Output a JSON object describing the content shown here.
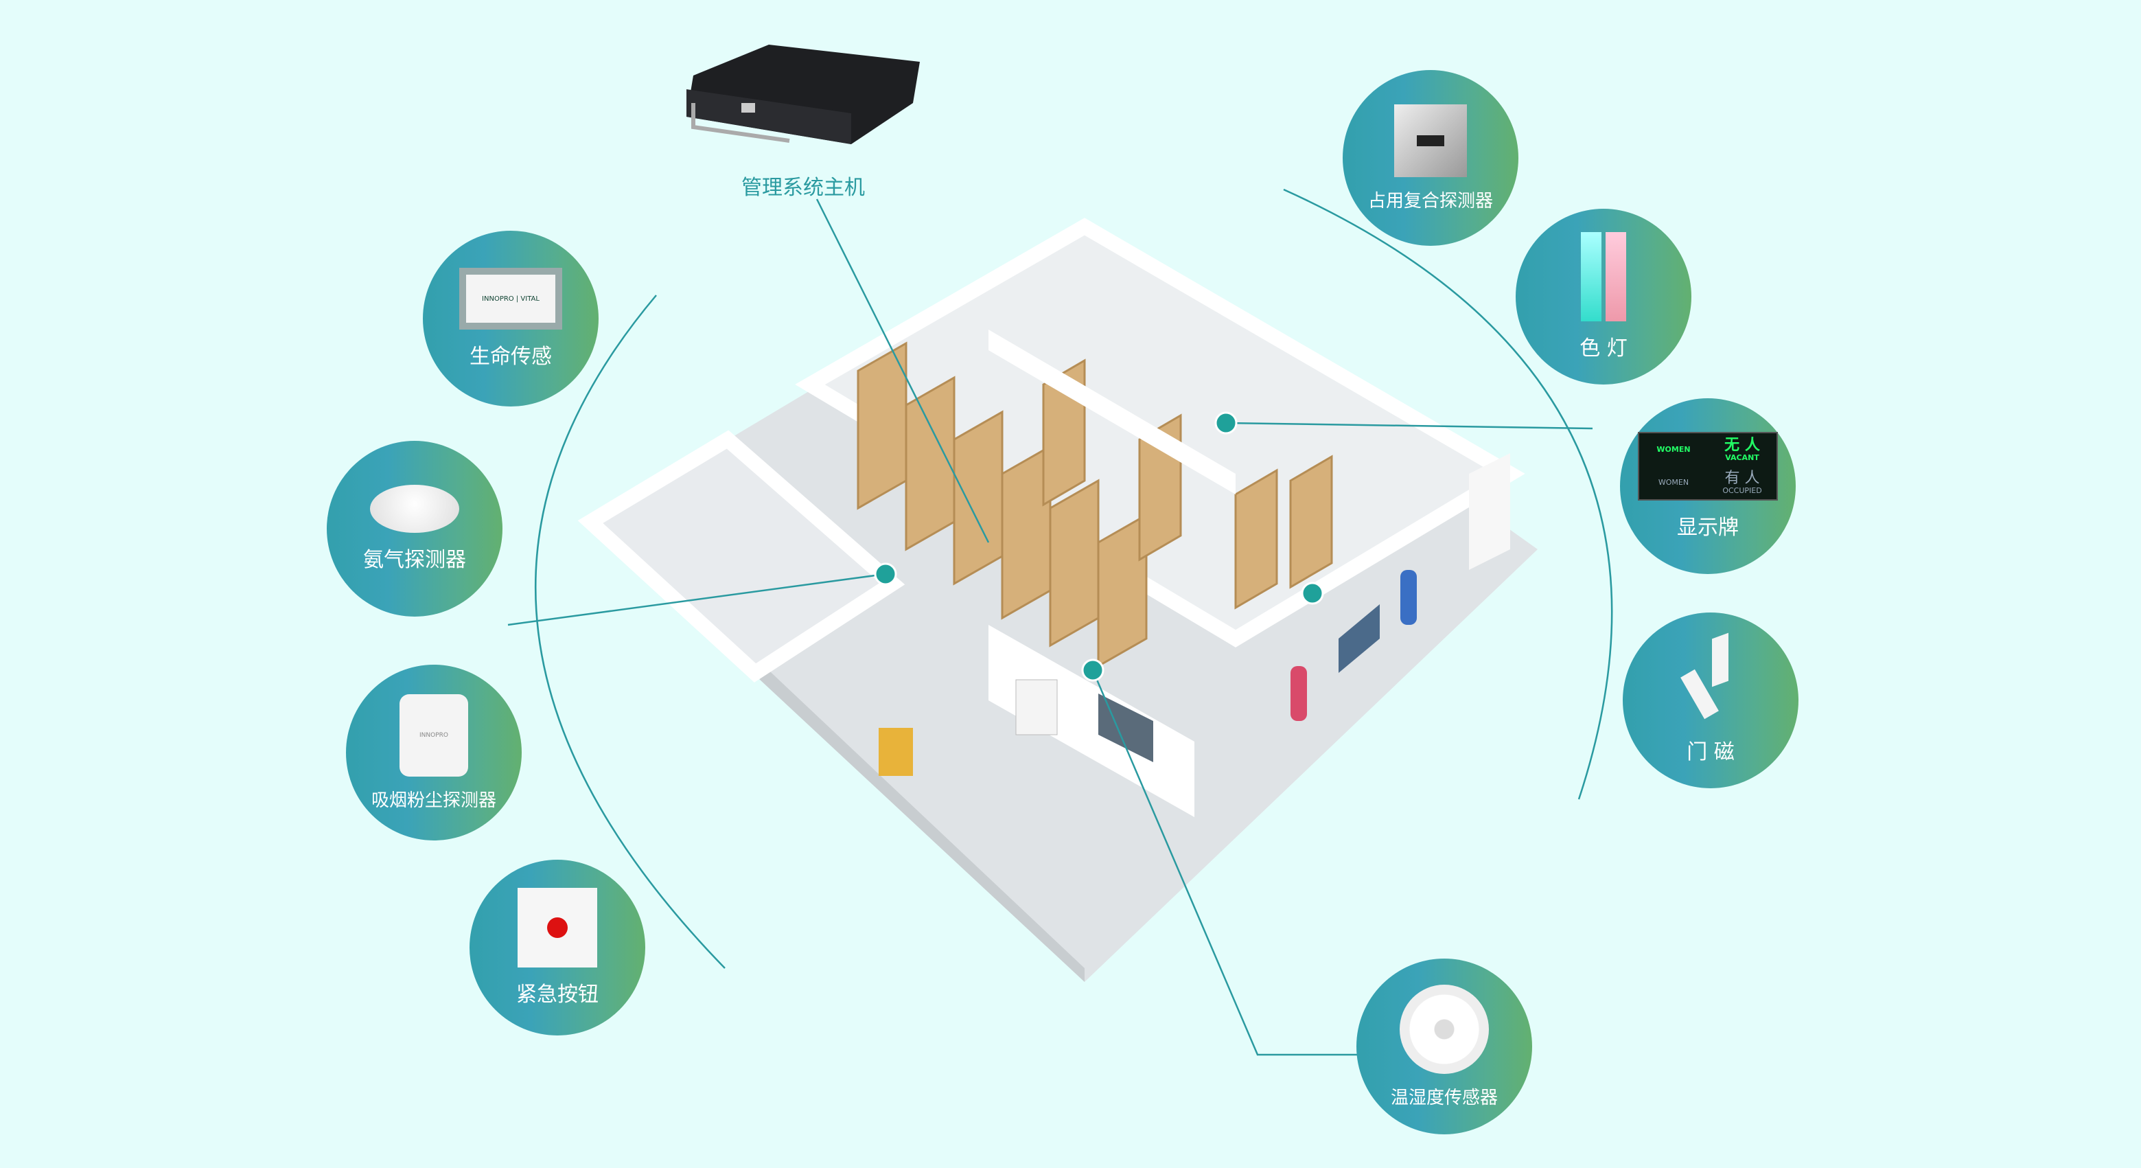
{
  "host": {
    "label": "管理系统主机"
  },
  "nodes": {
    "life": {
      "label": "生命传感",
      "brand": "INNOPRO | VITAL"
    },
    "ammonia": {
      "label": "氨气探测器"
    },
    "smoke": {
      "label": "吸烟粉尘探测器",
      "brand": "INNOPRO"
    },
    "emergency": {
      "label": "紧急按钮"
    },
    "occupancy": {
      "label": "占用复合探测器"
    },
    "light": {
      "label": "色 灯"
    },
    "display": {
      "label": "显示牌",
      "vacant_cn": "无 人",
      "vacant_en": "VACANT",
      "occupied_cn": "有 人",
      "occupied_en": "OCCUPIED",
      "women": "WOMEN"
    },
    "door": {
      "label": "门 磁"
    },
    "temp": {
      "label": "温湿度传感器"
    }
  },
  "colors": {
    "background": "#e4fdfb",
    "accent": "#2a9aa0",
    "gradient_start": "#33a0ad",
    "gradient_end": "#63b070"
  }
}
